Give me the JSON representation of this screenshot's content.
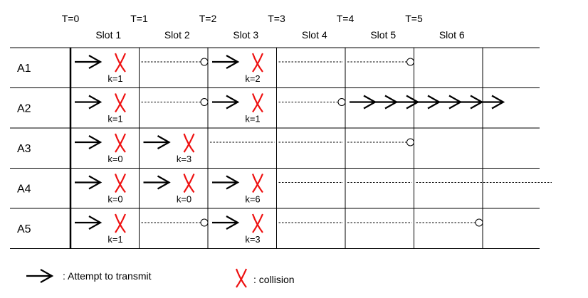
{
  "time_labels": [
    "T=0",
    "T=1",
    "T=2",
    "T=3",
    "T=4",
    "T=5"
  ],
  "slots": [
    "Slot 1",
    "Slot 2",
    "Slot 3",
    "Slot 4",
    "Slot 5",
    "Slot 6"
  ],
  "agents": [
    {
      "name": "A1",
      "events": [
        {
          "slot": 1,
          "kind": "attempt-collision",
          "k": "k=1"
        },
        {
          "slot": 2,
          "kind": "wait",
          "end": "circle"
        },
        {
          "slot": 3,
          "kind": "attempt-collision",
          "k": "k=2"
        },
        {
          "slot": 4,
          "kind": "wait"
        },
        {
          "slot": 5,
          "kind": "wait",
          "end": "circle"
        }
      ]
    },
    {
      "name": "A2",
      "events": [
        {
          "slot": 1,
          "kind": "attempt-collision",
          "k": "k=1"
        },
        {
          "slot": 2,
          "kind": "wait",
          "end": "circle"
        },
        {
          "slot": 3,
          "kind": "attempt-collision",
          "k": "k=1"
        },
        {
          "slot": 4,
          "kind": "wait",
          "end": "circle"
        },
        {
          "slot": 5,
          "kind": "transmit"
        }
      ]
    },
    {
      "name": "A3",
      "events": [
        {
          "slot": 1,
          "kind": "attempt-collision",
          "k": "k=0"
        },
        {
          "slot": 2,
          "kind": "attempt-collision",
          "k": "k=3"
        },
        {
          "slot": 3,
          "kind": "wait"
        },
        {
          "slot": 4,
          "kind": "wait"
        },
        {
          "slot": 5,
          "kind": "wait",
          "end": "circle"
        }
      ]
    },
    {
      "name": "A4",
      "events": [
        {
          "slot": 1,
          "kind": "attempt-collision",
          "k": "k=0"
        },
        {
          "slot": 2,
          "kind": "attempt-collision",
          "k": "k=0"
        },
        {
          "slot": 3,
          "kind": "attempt-collision",
          "k": "k=6"
        },
        {
          "slot": 4,
          "kind": "wait"
        },
        {
          "slot": 5,
          "kind": "wait"
        },
        {
          "slot": 6,
          "kind": "wait-beyond"
        }
      ]
    },
    {
      "name": "A5",
      "events": [
        {
          "slot": 1,
          "kind": "attempt-collision",
          "k": "k=1"
        },
        {
          "slot": 2,
          "kind": "wait",
          "end": "circle"
        },
        {
          "slot": 3,
          "kind": "attempt-collision",
          "k": "k=3"
        },
        {
          "slot": 4,
          "kind": "wait"
        },
        {
          "slot": 5,
          "kind": "wait"
        },
        {
          "slot": 6,
          "kind": "wait",
          "end": "circle"
        }
      ]
    }
  ],
  "legend": {
    "attempt_label": ": Attempt to transmit",
    "collision_label": ": collision"
  },
  "colors": {
    "collision": "#ee1111",
    "line": "#000000"
  }
}
